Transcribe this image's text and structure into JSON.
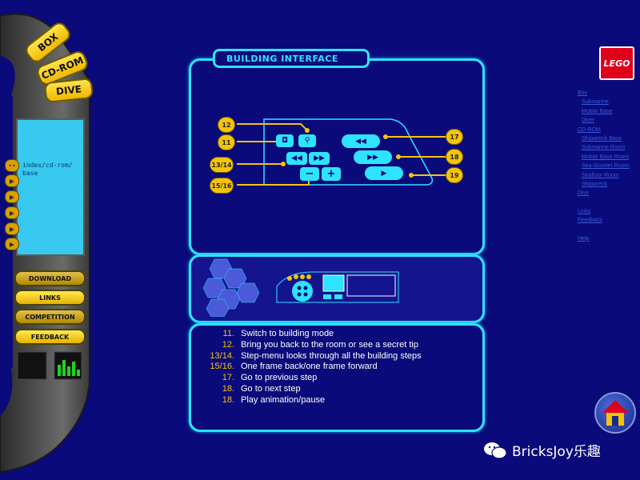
{
  "left_console": {
    "tabs": [
      {
        "id": "box",
        "label": "BOX"
      },
      {
        "id": "cdrom",
        "label": "CD-ROM"
      },
      {
        "id": "dive",
        "label": "DIVE"
      }
    ],
    "screen_text": "index/cd-rom/\nbase",
    "buttons": [
      {
        "id": "download",
        "label": "DOWNLOAD"
      },
      {
        "id": "links",
        "label": "LINKS"
      },
      {
        "id": "competition",
        "label": "COMPETITION"
      },
      {
        "id": "feedback",
        "label": "FEEDBACK"
      }
    ]
  },
  "main": {
    "title": "BUILDING INTERFACE",
    "badges_left": [
      "12",
      "11",
      "13/14",
      "15/16"
    ],
    "badges_right": [
      "17",
      "18",
      "19"
    ],
    "descriptions": [
      {
        "num": "11.",
        "text": "Switch to building mode"
      },
      {
        "num": "12.",
        "text": "Bring you back to the room or see a secret tip"
      },
      {
        "num": "13/14.",
        "text": "Step-menu looks through all the building steps"
      },
      {
        "num": "15/16.",
        "text": "One frame back/one frame forward"
      },
      {
        "num": "17.",
        "text": "Go to previous step"
      },
      {
        "num": "18.",
        "text": "Go to next step"
      },
      {
        "num": "18.",
        "text": "Play animation/pause"
      }
    ]
  },
  "right_nav": {
    "logo_text": "LEGO",
    "links": [
      {
        "label": "Box",
        "level": 0
      },
      {
        "label": "Submarine",
        "level": 1
      },
      {
        "label": "Mobile Base",
        "level": 1
      },
      {
        "label": "Diver",
        "level": 1
      },
      {
        "label": "CD-ROM",
        "level": 0
      },
      {
        "label": "Shipwreck Base",
        "level": 1
      },
      {
        "label": "Submarine Room",
        "level": 1
      },
      {
        "label": "Mobile Base Room",
        "level": 1
      },
      {
        "label": "Sea-Scooter Room",
        "level": 1
      },
      {
        "label": "Seafloor Room",
        "level": 1
      },
      {
        "label": "Shipwreck",
        "level": 1
      },
      {
        "label": "Dive",
        "level": 0
      },
      {
        "label": "Links",
        "level": 0
      },
      {
        "label": "Feedback",
        "level": 0
      },
      {
        "label": "Help",
        "level": 0
      }
    ]
  },
  "watermark": "BricksJoy乐趣",
  "colors": {
    "background": "#0a0a7a",
    "accent": "#2ee3ff",
    "badge": "#f4c40a",
    "link": "#3a5ad8"
  }
}
